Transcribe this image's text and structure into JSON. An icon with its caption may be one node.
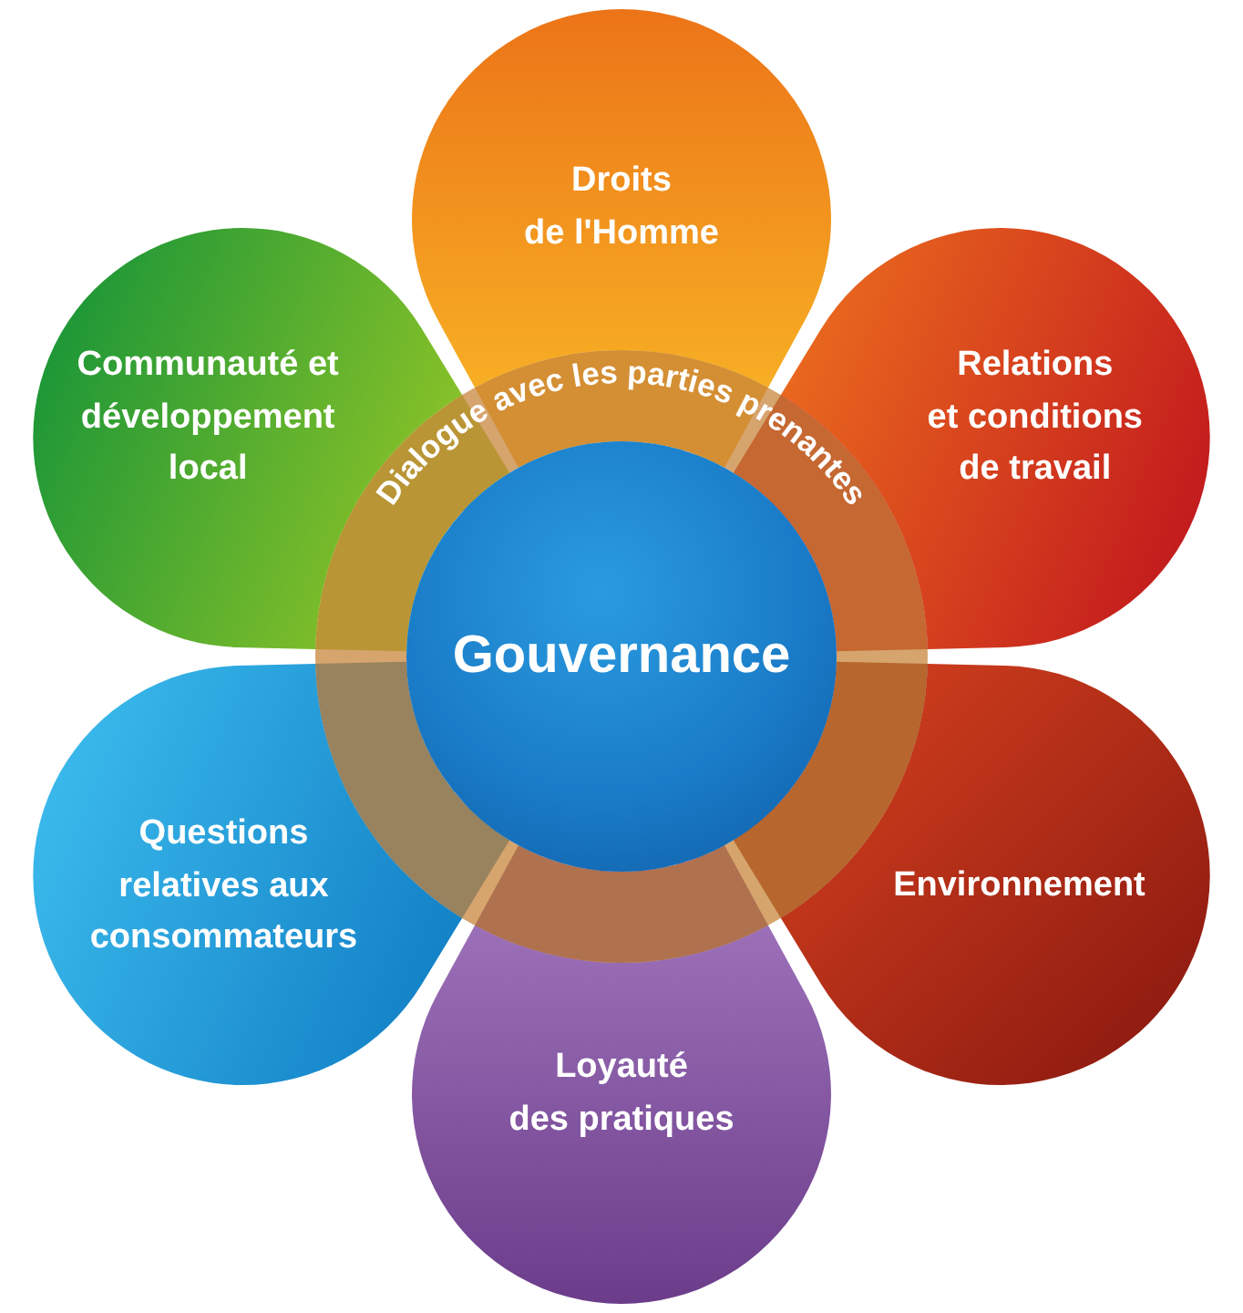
{
  "diagram": {
    "nodes": [
      {
        "text": [
          "Droits de l'Homme"
        ]
      },
      {
        "text": [
          "Communauté et développement local"
        ]
      },
      {
        "text": [
          "Relations et conditions de travail"
        ]
      },
      {
        "text": [
          "Dialogue avec les parties prenantes"
        ]
      },
      {
        "text": [
          "Gouvernance"
        ],
        "in": 3
      },
      {
        "text": [
          "Questions relatives aux consommateurs"
        ]
      },
      {
        "text": [
          "Environnement"
        ]
      },
      {
        "text": [
          "Loyauté des pratiques"
        ]
      }
    ]
  }
}
